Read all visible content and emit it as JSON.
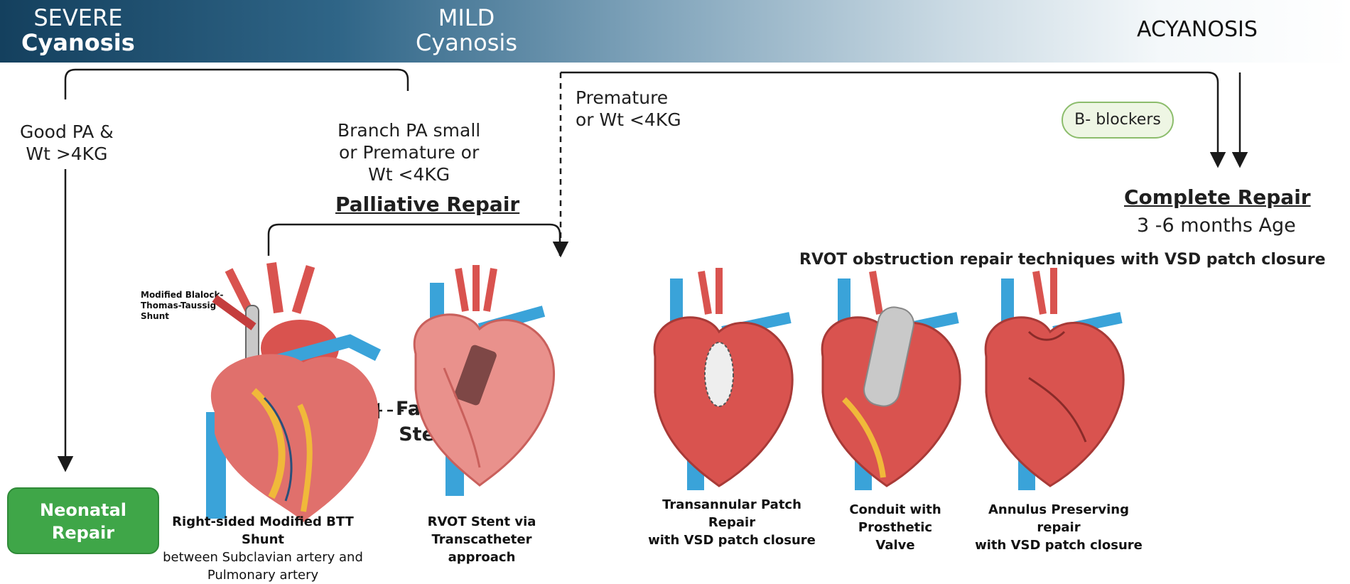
{
  "banner": {
    "severe": "SEVERE",
    "severe_sub": "Cyanosis",
    "mild": "MILD",
    "mild_sub": "Cyanosis",
    "acyanosis": "ACYANOSIS"
  },
  "left_branch": {
    "good_pa_line1": "Good PA &",
    "good_pa_line2": "Wt >4KG",
    "branch_line1": "Branch PA small",
    "branch_line2": "or Premature or",
    "branch_line3": "Wt <4KG"
  },
  "premature": {
    "line1": "Premature",
    "line2": "or Wt <4KG"
  },
  "palliative_title": "Palliative Repair",
  "failed_stent": {
    "line1": "Failed",
    "line2": "Stent"
  },
  "beta_blockers": "B- blockers",
  "complete_repair": {
    "title": "Complete Repair",
    "subtitle": "3 -6 months Age"
  },
  "rvot_title": "RVOT obstruction repair techniques with VSD patch closure",
  "neonatal": {
    "line1": "Neonatal",
    "line2": "Repair"
  },
  "shunt_label": {
    "line1": "Modified Blalock-",
    "line2": "Thomas-Taussig",
    "line3": "Shunt"
  },
  "captions": {
    "btt_line1": "Right-sided Modified BTT Shunt",
    "btt_line2": "between Subclavian artery and",
    "btt_line3": "Pulmonary artery",
    "stent_line1": "RVOT Stent via",
    "stent_line2": "Transcatheter approach",
    "tap_line1": "Transannular Patch Repair",
    "tap_line2": "with VSD patch closure",
    "conduit_line1": "Conduit with Prosthetic",
    "conduit_line2": "Valve",
    "annulus_line1": "Annulus Preserving repair",
    "annulus_line2": "with VSD patch closure"
  },
  "colors": {
    "banner_dark": "#14405e",
    "heart_red": "#d9534f",
    "vessel_blue": "#3aa3d9",
    "neonatal_green": "#3fa648",
    "pill_green": "#8cbd6c"
  }
}
